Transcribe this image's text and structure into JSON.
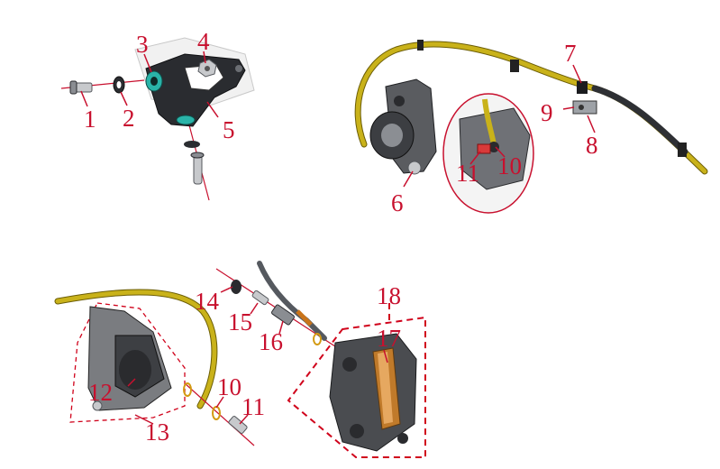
{
  "callouts": {
    "c1": "1",
    "c2": "2",
    "c3": "3",
    "c4": "4",
    "c5": "5",
    "c6": "6",
    "c7": "7",
    "c8": "8",
    "c9": "9",
    "c10": "10",
    "c11": "11",
    "c10b": "10",
    "c11b": "11",
    "c12": "12",
    "c13": "13",
    "c14": "14",
    "c15": "15",
    "c16": "16",
    "c17": "17",
    "c18": "18"
  },
  "colors": {
    "callout": "#c8102e",
    "hose": "#c9b21a",
    "metal_dark": "#4a4d52",
    "background": "#ffffff"
  }
}
